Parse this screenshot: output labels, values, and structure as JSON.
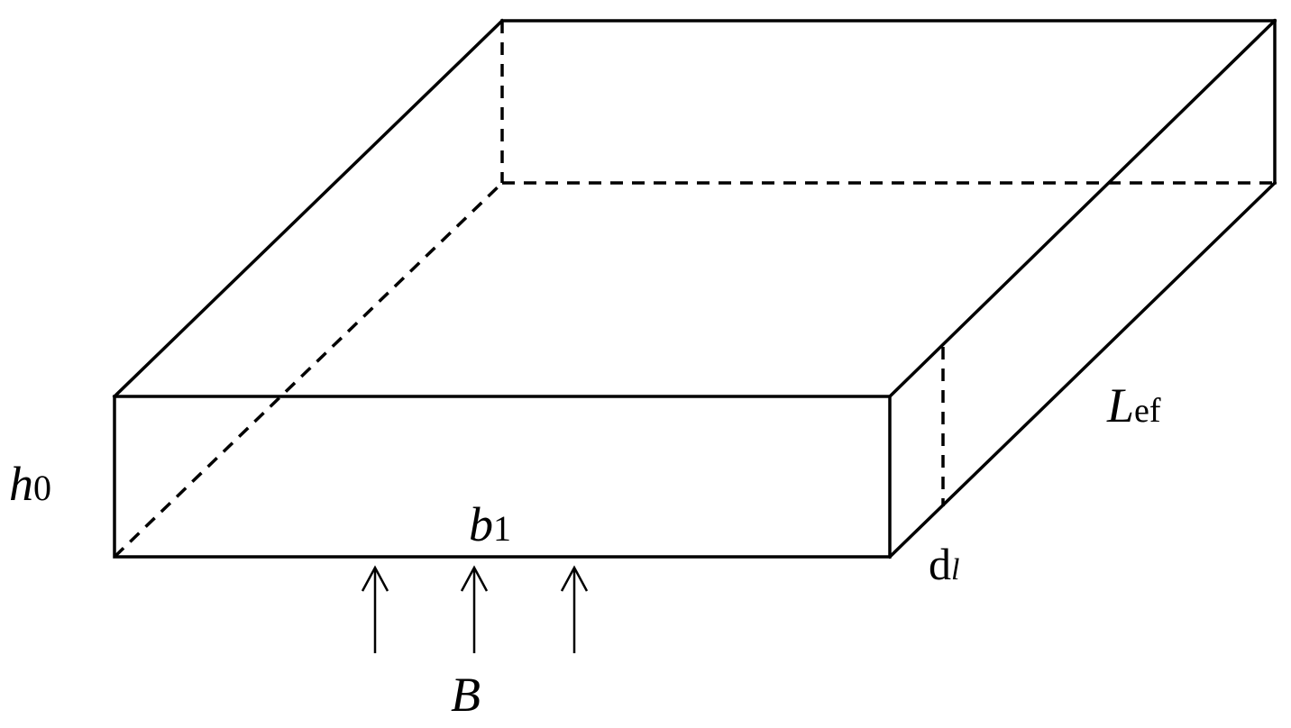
{
  "labels": {
    "height_symbol": "h",
    "height_sub": "0",
    "width_symbol": "b",
    "width_sub": "1",
    "length_symbol": "L",
    "length_sub": "ef",
    "element_d": "d",
    "element_l": "l",
    "field": "B"
  },
  "colors": {
    "stroke": "#000000",
    "background": "#ffffff"
  },
  "field_arrow_count": 3
}
